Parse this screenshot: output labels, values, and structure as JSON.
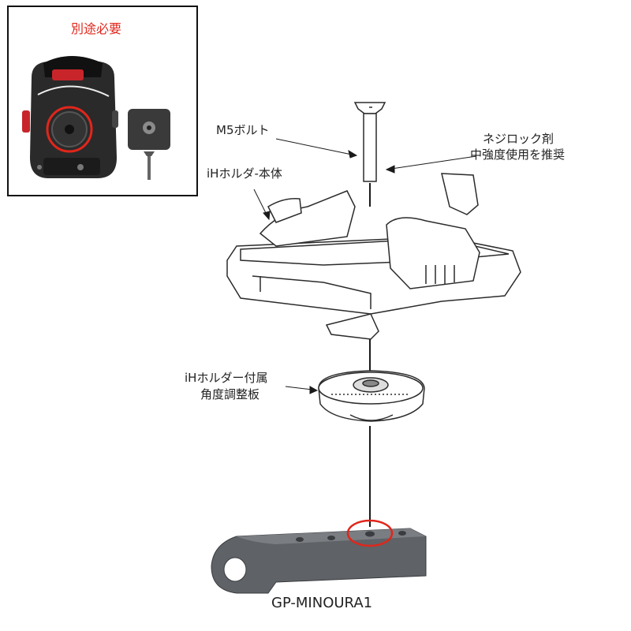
{
  "inset": {
    "title": "別途必要"
  },
  "labels": {
    "bolt": "M5ボルト",
    "threadlock_line1": "ネジロック剤",
    "threadlock_line2": "中強度使用を推奨",
    "holder_body": "iHホルダ-本体",
    "plate_line1": "iHホルダー付属",
    "plate_line2": "角度調整板",
    "model": "GP-MINOURA1"
  },
  "colors": {
    "highlight_red": "#e0261b",
    "line": "#1a1a1a",
    "arm_gray": "#5f6266",
    "part_outline": "#2b2b2b"
  },
  "icons": {
    "bolt": "countersunk-bolt-icon",
    "holder": "ih-holder-icon",
    "plate": "adjustment-plate-icon",
    "arm": "gopro-mount-arm-icon"
  }
}
